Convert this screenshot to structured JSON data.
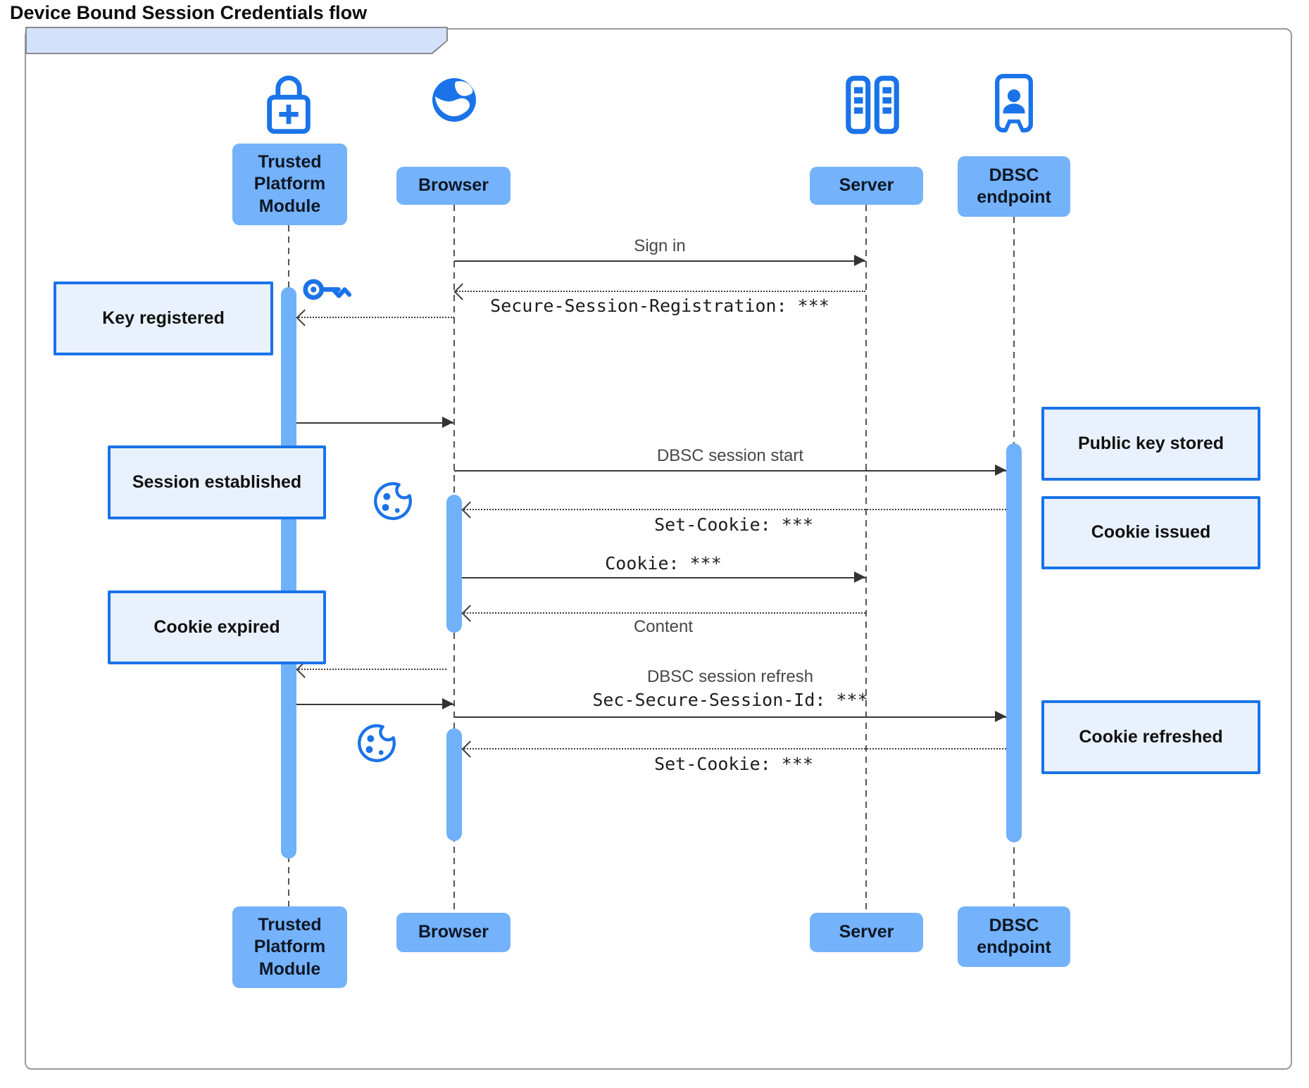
{
  "title": "Device Bound Session Credentials flow",
  "actors": [
    {
      "id": "tpm",
      "label": "Trusted Platform Module",
      "icon": "lock-plus-icon"
    },
    {
      "id": "browser",
      "label": "Browser",
      "icon": "globe-icon"
    },
    {
      "id": "server",
      "label": "Server",
      "icon": "server-rack-icon"
    },
    {
      "id": "dbsc",
      "label": "DBSC endpoint",
      "icon": "endpoint-badge-icon"
    }
  ],
  "messages": [
    {
      "label": "Sign in",
      "style": "solid",
      "from": "browser",
      "to": "server"
    },
    {
      "label": "Secure-Session-Registration: ***",
      "style": "dotted",
      "from": "server",
      "to": "browser",
      "mono": true
    },
    {
      "label": "",
      "style": "dotted",
      "from": "browser",
      "to": "tpm"
    },
    {
      "label": "",
      "style": "solid",
      "from": "tpm",
      "to": "browser"
    },
    {
      "label": "DBSC session start",
      "style": "solid",
      "from": "browser",
      "to": "dbsc"
    },
    {
      "label": "Set-Cookie: ***",
      "style": "dotted",
      "from": "dbsc",
      "to": "browser",
      "mono": true
    },
    {
      "label": "Cookie: ***",
      "style": "solid",
      "from": "browser",
      "to": "server",
      "mono": true
    },
    {
      "label": "Content",
      "style": "dotted",
      "from": "server",
      "to": "browser"
    },
    {
      "label": "",
      "style": "dotted",
      "from": "browser",
      "to": "tpm"
    },
    {
      "label": "",
      "style": "solid",
      "from": "tpm",
      "to": "browser"
    },
    {
      "label": "DBSC session refresh",
      "label2": "Sec-Secure-Session-Id: ***",
      "style": "solid",
      "from": "browser",
      "to": "dbsc"
    },
    {
      "label": "Set-Cookie: ***",
      "style": "dotted",
      "from": "dbsc",
      "to": "browser",
      "mono": true
    }
  ],
  "notes": [
    {
      "label": "Key registered",
      "side": "left-of-tpm"
    },
    {
      "label": "Session established",
      "side": "left-of-tpm"
    },
    {
      "label": "Cookie expired",
      "side": "left-of-tpm"
    },
    {
      "label": "Public key stored",
      "side": "right-of-dbsc"
    },
    {
      "label": "Cookie issued",
      "side": "right-of-dbsc"
    },
    {
      "label": "Cookie refreshed",
      "side": "right-of-dbsc"
    }
  ],
  "decorations": [
    {
      "icon": "key-icon",
      "near": "tpm key registration"
    },
    {
      "icon": "cookie-icon",
      "near": "browser set-cookie (issue)"
    },
    {
      "icon": "cookie-icon",
      "near": "browser set-cookie (refresh)"
    }
  ],
  "colors": {
    "accent": "#1a73e8",
    "actor_fill": "#74b2fb",
    "activation_fill": "#6fb1fa",
    "note_fill": "#e9f1fd",
    "note_border": "#1a73e8",
    "title_fill": "#d3e2fa",
    "line": "#383838",
    "frame_border": "#9a9a9a"
  }
}
